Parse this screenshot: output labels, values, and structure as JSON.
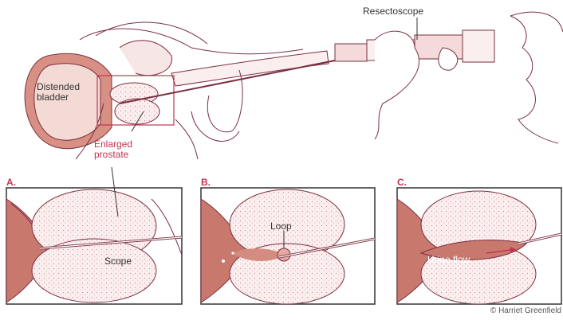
{
  "labels": {
    "resectoscope": "Resectoscope",
    "distended_bladder_line1": "Distended",
    "distended_bladder_line2": "bladder",
    "enlarged_prostate_line1": "Enlarged",
    "enlarged_prostate_line2": "prostate",
    "scope": "Scope",
    "loop": "Loop",
    "urine_flow": "Urine flow"
  },
  "panels": [
    "A.",
    "B.",
    "C."
  ],
  "credit": "© Harriet Greenfield",
  "colors": {
    "outline": "#7a3040",
    "fill_dark": "#c9786e",
    "fill_light": "#f3d8d3",
    "accent": "#c2344f",
    "text": "#333333"
  }
}
